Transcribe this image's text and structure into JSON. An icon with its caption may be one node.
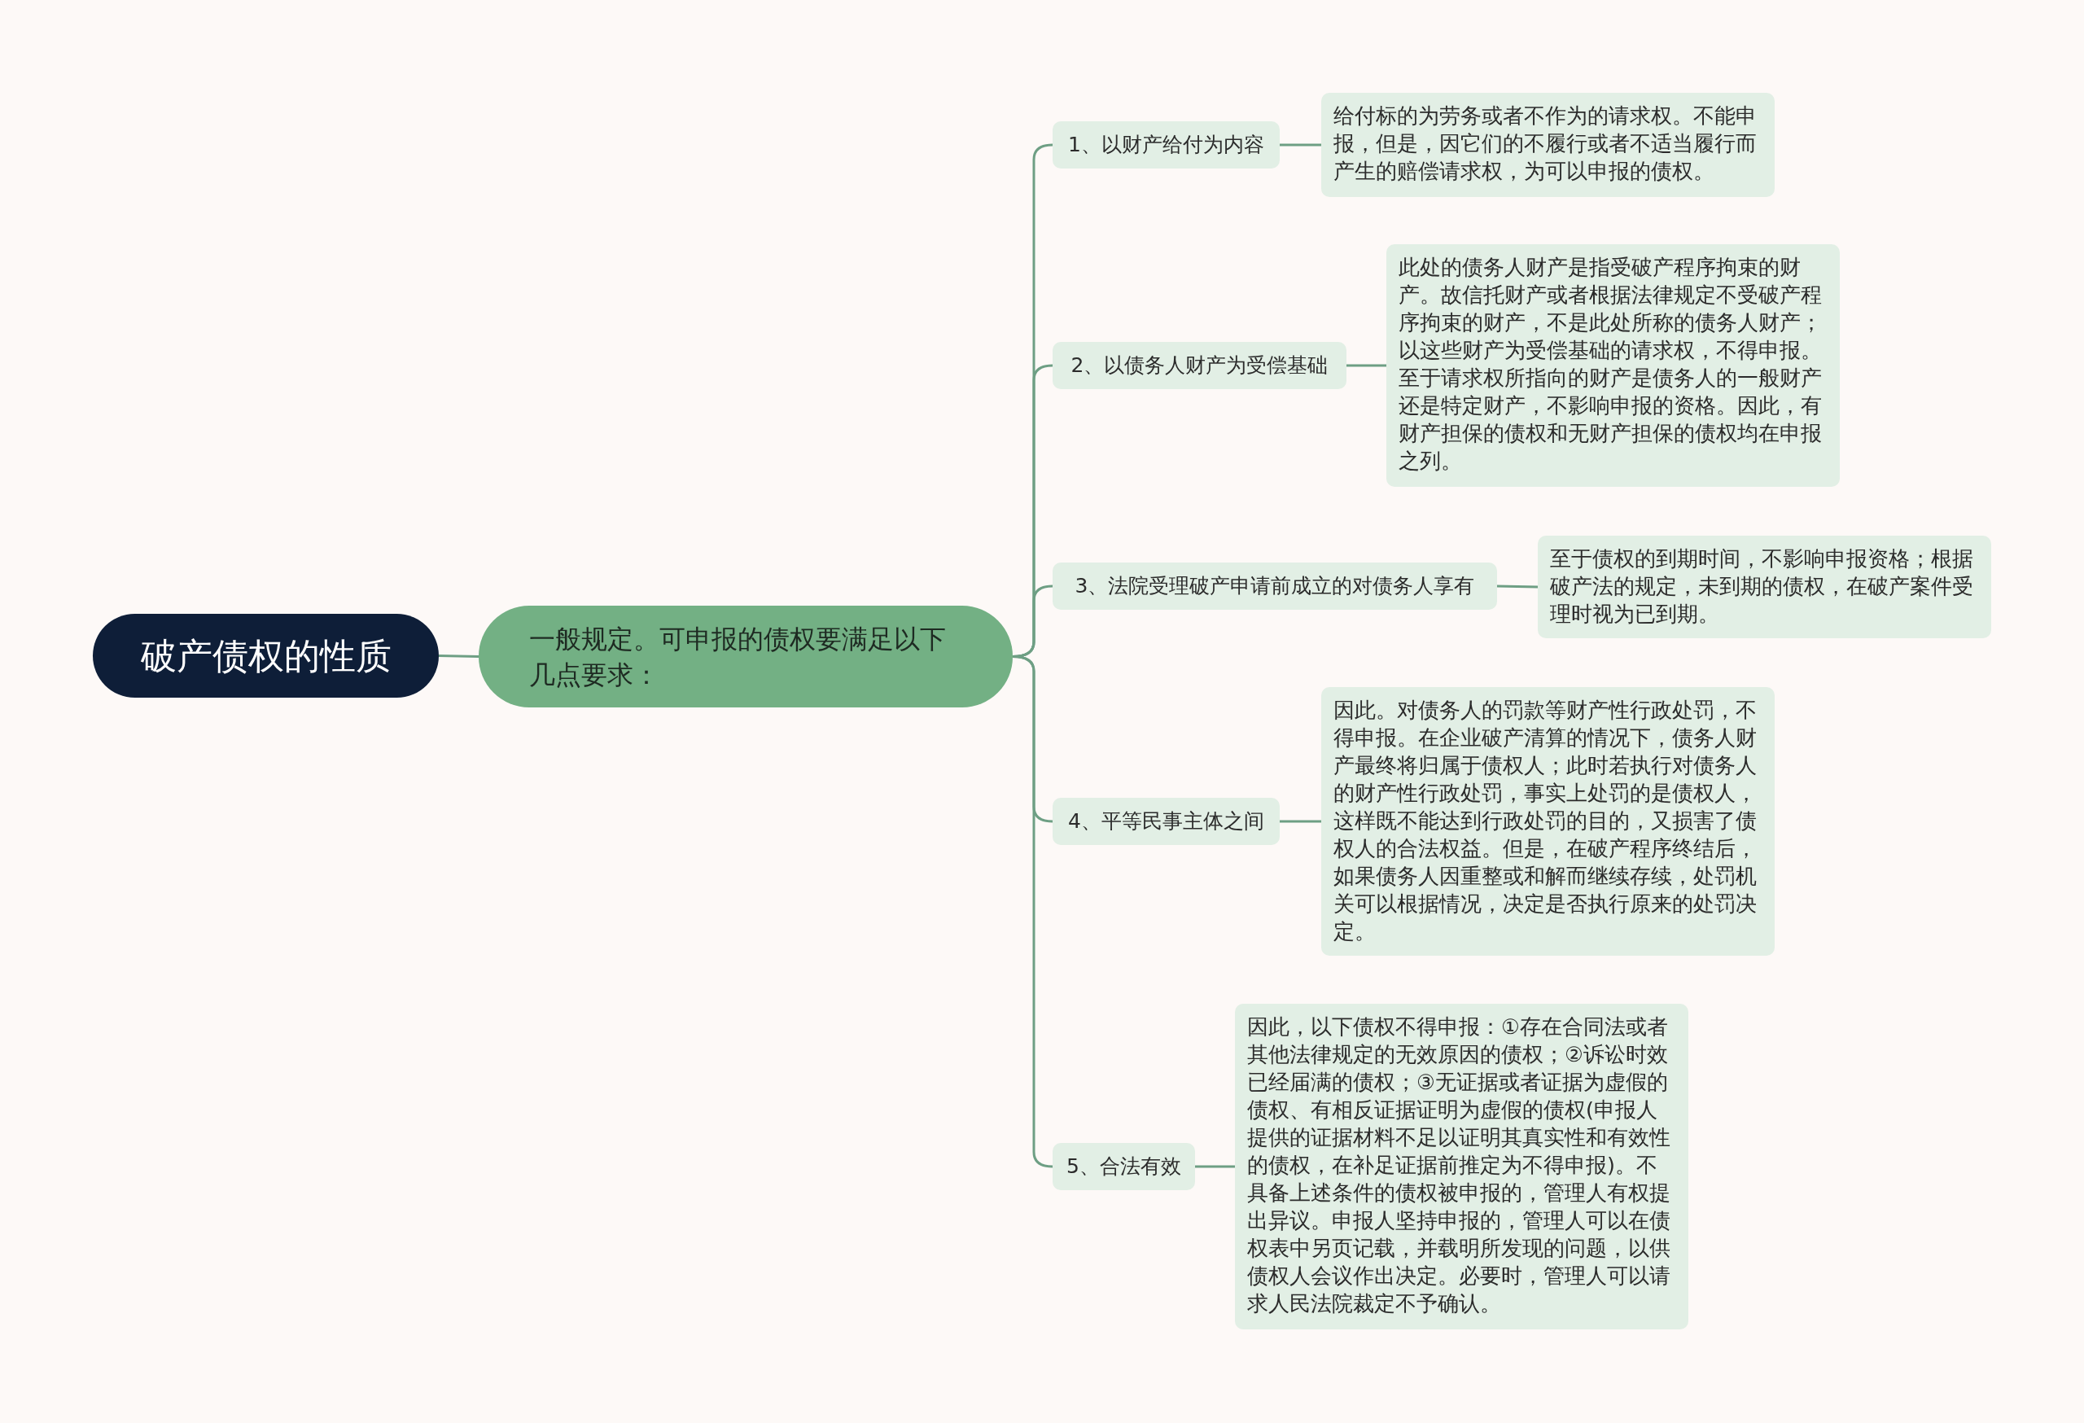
{
  "diagram": {
    "nodes": [
      {
        "text": [
          "破产债权的性质"
        ]
      },
      {
        "text": [
          "一般规定。可申报的债权要满足以下几点要求："
        ]
      },
      {
        "text": [
          "1、以财产给付为内容"
        ]
      },
      {
        "text": [
          "给付标的为劳务或者不作为的请求权。不能申报，但是，因它们的不履行或者不适当履行而产生的赔偿请求权，为可以申报的债权。"
        ]
      },
      {
        "text": [
          "2、以债务人财产为受偿基础"
        ]
      },
      {
        "text": [
          "此处的债务人财产是指受破产程序拘束的财产。故信托财产或者根据法律规定不受破产程序拘束的财产，不是此处所称的债务人财产；以这些财产为受偿基础的请求权，不得申报。至于请求权所指向的财产是债务人的一般财产还是特定财产，不影响申报的资格。因此，有财产担保的债权和无财产担保的债权均在申报之列。"
        ]
      },
      {
        "text": [
          "3、法院受理破产申请前成立的对债务人享有"
        ]
      },
      {
        "text": [
          "至于债权的到期时间，不影响申报资格；根据破产法的规定，未到期的债权，在破产案件受理时视为已到期。"
        ]
      },
      {
        "text": [
          "4、平等民事主体之间"
        ]
      },
      {
        "text": [
          "因此。对债务人的罚款等财产性行政处罚，不得申报。在企业破产清算的情况下，债务人财产最终将归属于债权人；此时若执行对债务人的财产性行政处罚，事实上处罚的是债权人，这样既不能达到行政处罚的目的，又损害了债权人的合法权益。但是，在破产程序终结后，如果债务人因重整或和解而继续存续，处罚机关可以根据情况，决定是否执行原来的处罚决定。"
        ]
      },
      {
        "text": [
          "5、合法有效"
        ]
      },
      {
        "text": [
          "因此，以下债权不得申报：①存在合同法或者其他法律规定的无效原因的债权；②诉讼时效已经届满的债权；③无证据或者证据为虚假的债权、有相反证据证明为虚假的债权(申报人提供的证据材料不足以证明其真实性和有效性的债权，在补足证据前推定为不得申报)。不具备上述条件的债权被申报的，管理人有权提出异议。申报人坚持申报的，管理人可以在债权表中另页记载，并载明所发现的问题，以供债权人会议作出决定。必要时，管理人可以请求人民法院裁定不予确认。"
        ]
      }
    ],
    "edges": [
      {
        "from": 0,
        "to": 1,
        "arrow": "none"
      },
      {
        "from": 1,
        "to": 2,
        "arrow": "none"
      },
      {
        "from": 1,
        "to": 4,
        "arrow": "none"
      },
      {
        "from": 1,
        "to": 6,
        "arrow": "none"
      },
      {
        "from": 1,
        "to": 8,
        "arrow": "none"
      },
      {
        "from": 1,
        "to": 10,
        "arrow": "none"
      },
      {
        "from": 2,
        "to": 3,
        "arrow": "none"
      },
      {
        "from": 4,
        "to": 5,
        "arrow": "none"
      },
      {
        "from": 6,
        "to": 7,
        "arrow": "none"
      },
      {
        "from": 8,
        "to": 9,
        "arrow": "none"
      },
      {
        "from": 10,
        "to": 11,
        "arrow": "none"
      }
    ]
  }
}
